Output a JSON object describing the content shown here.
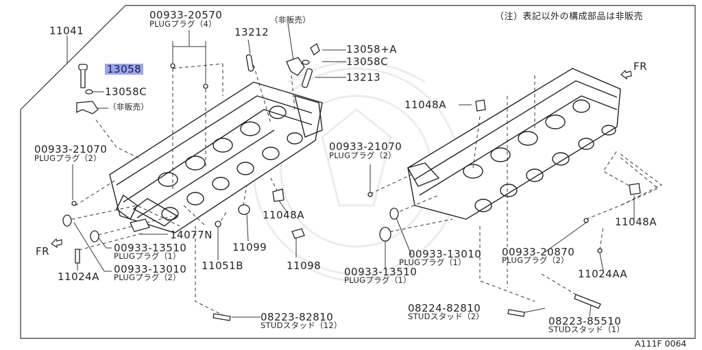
{
  "diagram": {
    "note": "（注）表記以外の構成部品は非販売",
    "catalog_code": "A111F 0064",
    "fr_right": "FR",
    "fr_left": "FR",
    "labels": {
      "p11041": "11041",
      "p13058_selected": "13058",
      "p13058c_left": "13058C",
      "p_not_sold_left": "（非販売）",
      "p20570_num": "00933-20570",
      "p20570_sub": "PLUGプラグ（4）",
      "p13212": "13212",
      "p_not_sold_top": "（非販売）",
      "p13058a": "13058+A",
      "p13058c_right": "13058C",
      "p13213": "13213",
      "p21070_left_num": "00933-21070",
      "p21070_left_sub": "PLUGプラグ（2）",
      "p11048a_mid": "11048A",
      "p14077n": "14077N",
      "p13510_left_num": "00933-13510",
      "p13510_left_sub": "PLUGプラグ（1）",
      "p13010_left_num": "00933-13010",
      "p13010_left_sub": "PLUGプラグ（2）",
      "p11024a": "11024A",
      "p11051b": "11051B",
      "p11099": "11099",
      "p11098": "11098",
      "p82810_left_num": "08223-82810",
      "p82810_left_sub": "STUDスタッド（12）",
      "p11048a_top": "11048A",
      "p21070_right_num": "00933-21070",
      "p21070_right_sub": "PLUGプラグ（2）",
      "p11048a_right": "11048A",
      "p13010_right_num": "00933-13010",
      "p13010_right_sub": "PLUGプラグ（1）",
      "p13510_right_num": "00933-13510",
      "p13510_right_sub": "PLUGプラグ（1）",
      "p20870_num": "00933-20870",
      "p20870_sub": "PLUGプラグ（2）",
      "p11024aa": "11024AA",
      "p82810_right_num": "08224-82810",
      "p82810_right_sub": "STUDスタッド（2）",
      "p85510_num": "08223-85510",
      "p85510_sub": "STUDスタッド（1）"
    }
  }
}
